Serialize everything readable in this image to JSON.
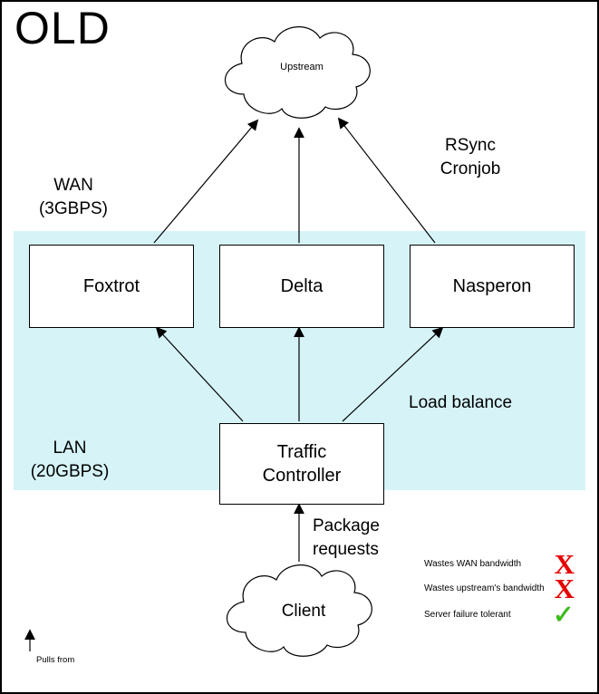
{
  "title": "OLD",
  "colors": {
    "lan_fill": "#d6f4f8"
  },
  "clouds": {
    "upstream": {
      "label": "Upstream"
    },
    "client": {
      "label": "Client"
    }
  },
  "zones": {
    "wan_label": "WAN\n(3GBPS)",
    "lan_label": "LAN\n(20GBPS)"
  },
  "annotations": {
    "rsync": "RSync\nCronjob",
    "load_balance": "Load balance",
    "package_requests": "Package\nrequests",
    "pulls_from": "Pulls from"
  },
  "servers": [
    {
      "label": "Foxtrot"
    },
    {
      "label": "Delta"
    },
    {
      "label": "Nasperon"
    }
  ],
  "traffic_controller": {
    "label": "Traffic\nController"
  },
  "legend": {
    "items": [
      {
        "label": "Wastes WAN bandwidth",
        "icon": "cross"
      },
      {
        "label": "Wastes upstream's bandwidth",
        "icon": "cross"
      },
      {
        "label": "Server failure tolerant",
        "icon": "check"
      }
    ],
    "cross_glyph": "X",
    "check_glyph": "✓"
  }
}
